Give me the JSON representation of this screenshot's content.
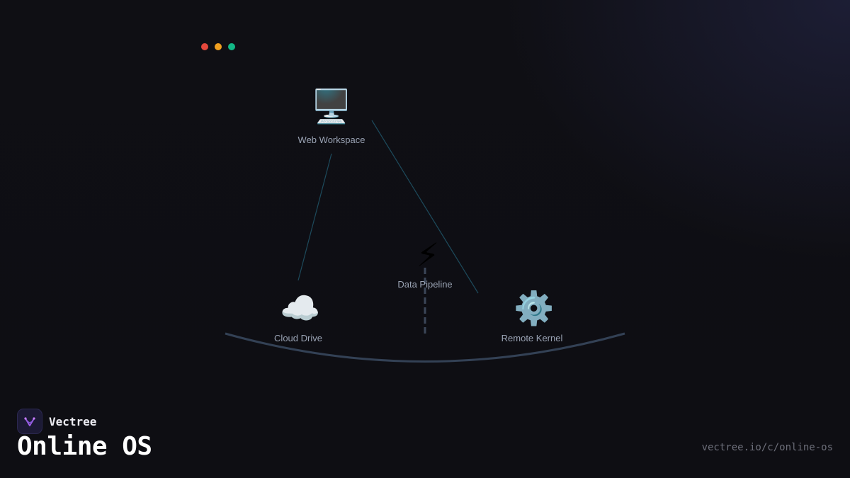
{
  "window_controls": [
    "close",
    "minimize",
    "maximize"
  ],
  "nodes": {
    "web_workspace": {
      "icon": "desktop-computer-icon",
      "glyph": "🖥️",
      "label": "Web Workspace"
    },
    "data_pipeline": {
      "icon": "lightning-icon",
      "glyph": "⚡",
      "label": "Data Pipeline"
    },
    "cloud_drive": {
      "icon": "cloud-icon",
      "glyph": "☁️",
      "label": "Cloud Drive"
    },
    "remote_kernel": {
      "icon": "gear-icon",
      "glyph": "⚙️",
      "label": "Remote Kernel"
    }
  },
  "brand": {
    "name": "Vectree",
    "logo_icon": "vectree-logo-icon"
  },
  "title": "Online OS",
  "url": "vectree.io/c/online-os",
  "colors": {
    "background": "#0f0f14",
    "connector": "#1d4a5c",
    "arc": "#334155",
    "dot_red": "#e5483c",
    "dot_yellow": "#f0a020",
    "dot_green": "#12b886"
  }
}
